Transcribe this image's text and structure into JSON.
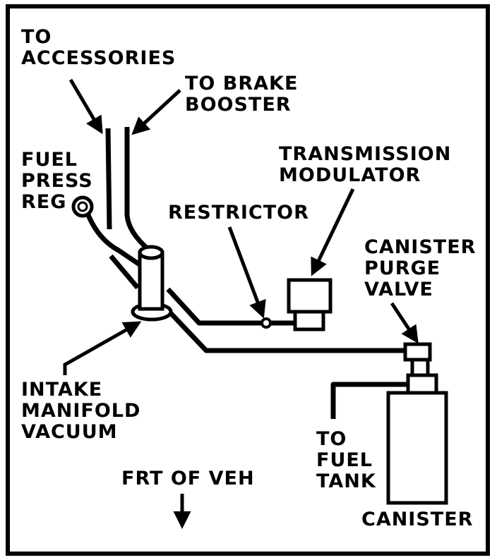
{
  "labels": {
    "to_accessories": [
      "TO",
      "ACCESSORIES"
    ],
    "to_brake_booster": [
      "TO BRAKE",
      "BOOSTER"
    ],
    "transmission_modulator": [
      "TRANSMISSION",
      "MODULATOR"
    ],
    "fuel_press_reg": [
      "FUEL",
      "PRESS",
      "REG"
    ],
    "restrictor": "RESTRICTOR",
    "canister_purge_valve": [
      "CANISTER",
      "PURGE",
      "VALVE"
    ],
    "intake_manifold_vacuum": [
      "INTAKE",
      "MANIFOLD",
      "VACUUM"
    ],
    "to_fuel_tank": [
      "TO",
      "FUEL",
      "TANK"
    ],
    "frt_of_veh": "FRT OF VEH",
    "canister": "CANISTER"
  },
  "colors": {
    "ink": "#000000",
    "paper": "#ffffff"
  }
}
